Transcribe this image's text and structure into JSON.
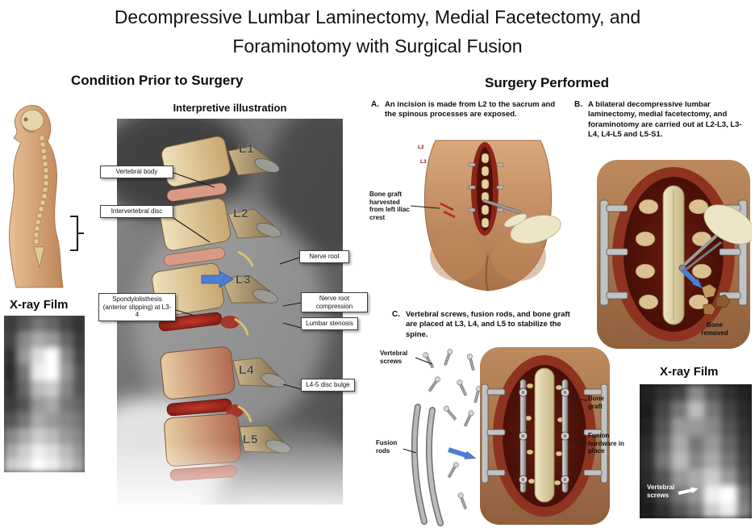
{
  "title": {
    "line1": "Decompressive Lumbar Laminectomy, Medial Facetectomy, and",
    "line2": "Foraminotomy with Surgical Fusion"
  },
  "condition": {
    "header": "Condition Prior to Surgery",
    "illustration_title": "Interpretive illustration",
    "vertebrae": [
      "L1",
      "L2",
      "L3",
      "L4",
      "L5"
    ],
    "labels": {
      "vertebral_body": "Vertebral body",
      "intervertebral_disc": "Intervertebral disc",
      "nerve_root": "Nerve root",
      "spondylolisthesis": "Spondylolisthesis (anterior slipping) at L3-4",
      "nerve_root_compression": "Nerve root compression",
      "lumbar_stenosis": "Lumbar stenosis",
      "disc_bulge": "L4-5 disc bulge"
    },
    "xray_title": "X-ray Film"
  },
  "surgery": {
    "header": "Surgery Performed",
    "step_a": {
      "letter": "A.",
      "text": "An incision is made from L2 to the sacrum and the spinous processes are exposed.",
      "marks": [
        "L2",
        "L3"
      ],
      "bone_graft_label": "Bone graft harvested from left iliac crest"
    },
    "step_b": {
      "letter": "B.",
      "text": "A bilateral decompressive lumbar laminectomy, medial facetectomy, and foraminotomy are carried out at L2-L3, L3-L4, L4-L5 and L5-S1.",
      "bone_removed_label": "Bone removed"
    },
    "step_c": {
      "letter": "C.",
      "text": "Vertebral screws, fusion rods, and bone graft are placed at L3, L4, and L5 to stabilize the spine.",
      "vertebral_screws_label": "Vertebral screws",
      "fusion_rods_label": "Fusion rods",
      "bone_graft_label": "Bone graft",
      "fusion_hardware_label": "Fusion hardware in place"
    },
    "xray_title": "X-ray Film",
    "xray_annotation": "Vertebral screws"
  },
  "colors": {
    "arrow_blue": "#4d7fd0",
    "incision_red": "#8e2318",
    "bone": "#e3cfa0",
    "skin": "#cf9b72",
    "metal": "#b0b0b0",
    "wound_dark": "#4a0f07",
    "label_border": "#3c3c3c"
  }
}
